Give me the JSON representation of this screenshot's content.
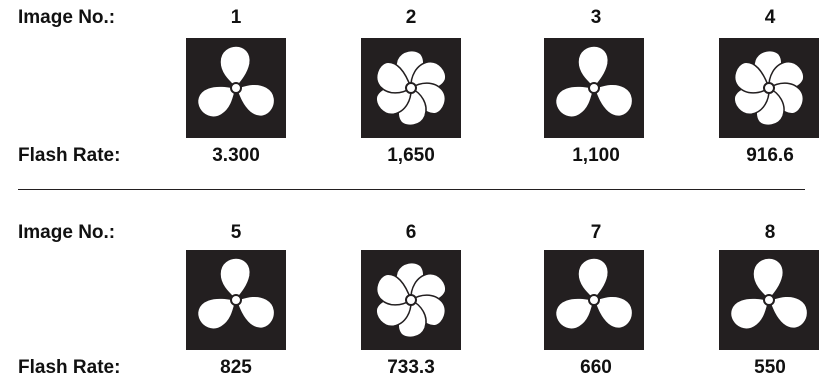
{
  "row_label": "Image No.:",
  "rate_label": "Flash Rate:",
  "colors": {
    "tile": "#231f20",
    "blade": "#ffffff"
  },
  "images": [
    {
      "number": "1",
      "rate": "3.300",
      "blades": 3,
      "icon": "three-blade-propeller-icon"
    },
    {
      "number": "2",
      "rate": "1,650",
      "blades": 6,
      "icon": "six-petal-rotor-icon"
    },
    {
      "number": "3",
      "rate": "1,100",
      "blades": 3,
      "icon": "three-blade-propeller-icon"
    },
    {
      "number": "4",
      "rate": "916.6",
      "blades": 6,
      "icon": "six-petal-rotor-icon"
    },
    {
      "number": "5",
      "rate": "825",
      "blades": 3,
      "icon": "three-blade-propeller-icon"
    },
    {
      "number": "6",
      "rate": "733.3",
      "blades": 6,
      "icon": "six-petal-rotor-icon"
    },
    {
      "number": "7",
      "rate": "660",
      "blades": 3,
      "icon": "three-blade-propeller-icon"
    },
    {
      "number": "8",
      "rate": "550",
      "blades": 3,
      "icon": "three-blade-propeller-icon"
    }
  ]
}
